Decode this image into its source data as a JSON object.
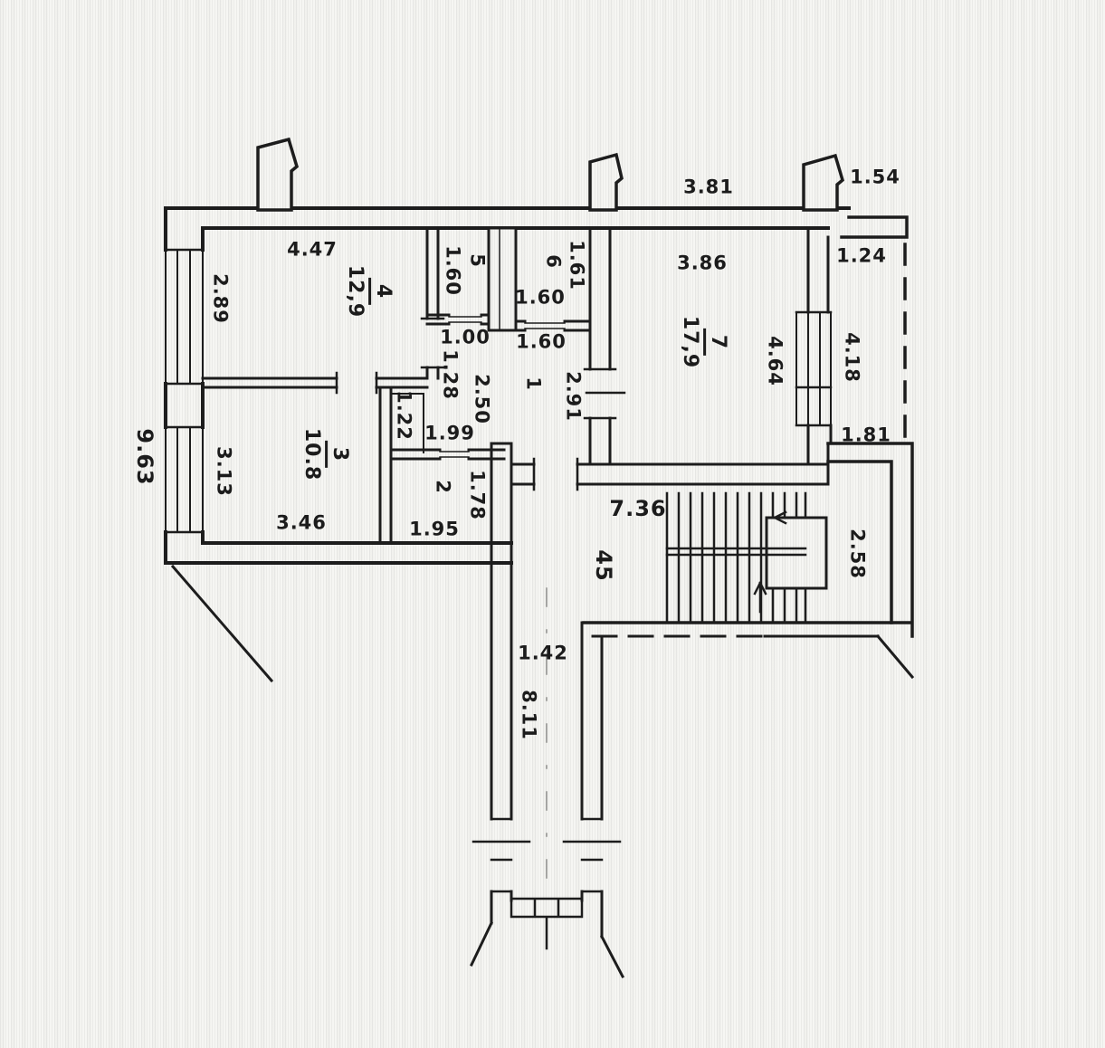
{
  "plan": {
    "exterior": {
      "top_center_width": "3.81",
      "top_right_width": "1.54",
      "left_height": "9.63"
    },
    "rooms": {
      "hall": {
        "number": "1",
        "dims": {
          "nook_width": "1.00",
          "left_depth": "1.28",
          "width": "2.50",
          "depth": "2.91",
          "door_width": "1.60"
        }
      },
      "room2": {
        "number": "2",
        "dims": {
          "niche": "1.22",
          "lobby_width": "1.99",
          "depth": "1.78",
          "width": "1.95"
        }
      },
      "room3": {
        "number": "3",
        "area": "10.8",
        "dims": {
          "width": "3.46",
          "depth": "3.13"
        }
      },
      "room4": {
        "number": "4",
        "area": "12,9",
        "dims": {
          "width": "4.47",
          "depth": "2.89"
        }
      },
      "room5": {
        "number": "5",
        "dims": {
          "width": "1.60"
        }
      },
      "room6": {
        "number": "6",
        "dims": {
          "depth": "1.61",
          "width": "1.60"
        }
      },
      "room7": {
        "number": "7",
        "area": "17,9",
        "dims": {
          "width": "3.86",
          "depth": "4.64"
        }
      },
      "balcony": {
        "dims": {
          "top_width": "1.24",
          "depth": "4.18",
          "bottom_width": "1.81"
        }
      },
      "stairwell": {
        "number": "45",
        "dims": {
          "length": "7.36",
          "width": "2.58"
        }
      },
      "corridor": {
        "dims": {
          "width": "1.42",
          "length": "8.11"
        }
      }
    }
  }
}
